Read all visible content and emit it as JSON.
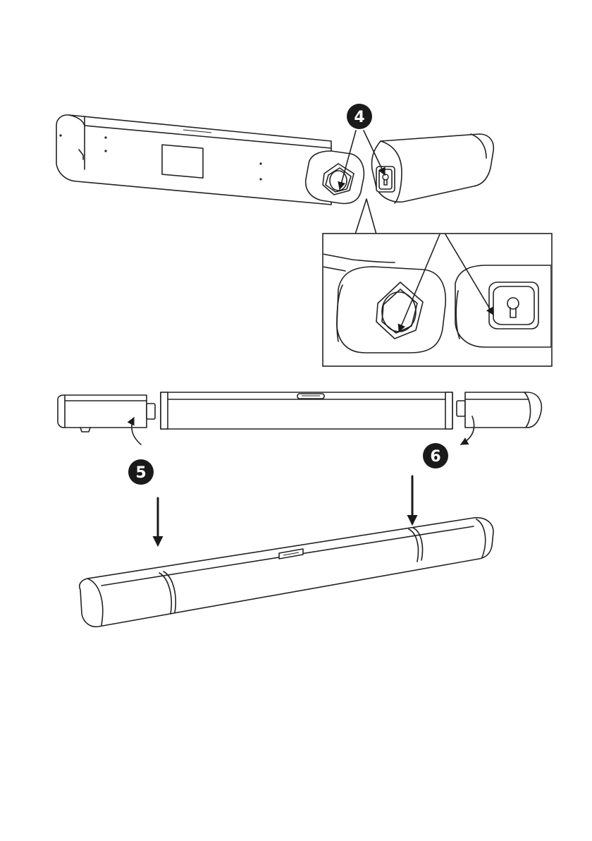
{
  "steps": {
    "step4": {
      "label": "4"
    },
    "step5": {
      "label": "5"
    },
    "step6": {
      "label": "6"
    }
  },
  "colors": {
    "ink": "#1a1a1a",
    "paper": "#ffffff"
  }
}
